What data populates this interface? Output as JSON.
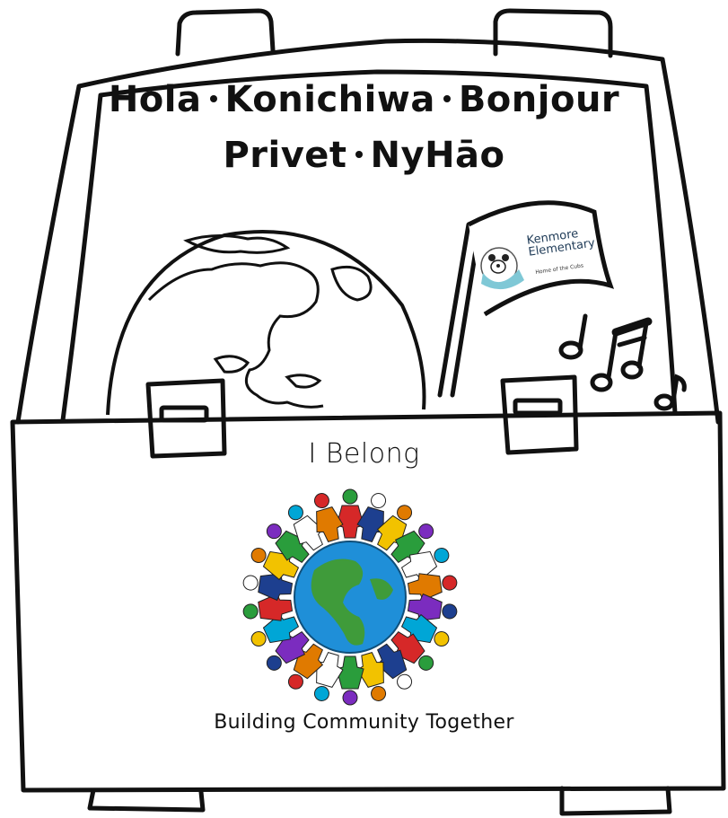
{
  "greetings": {
    "line1": [
      "Hola",
      "Konichiwa",
      "Bonjour"
    ],
    "line2": [
      "Privet",
      "NyHāo"
    ]
  },
  "flag": {
    "school_name": "Kenmore Elementary",
    "motto": "Home of the Cubs",
    "icon": "bear-cub-logo-icon"
  },
  "box": {
    "title": "I Belong",
    "tagline": "Building  Community Together"
  },
  "icons": {
    "globe": "globe-outline-icon",
    "notes": "music-notes-icon",
    "emblem": "world-people-holding-hands-icon"
  },
  "colors": {
    "ink": "#111111",
    "ocean": "#1f8fd8",
    "land": "#3f9b3a",
    "flag_teal": "#7fc8d6"
  }
}
